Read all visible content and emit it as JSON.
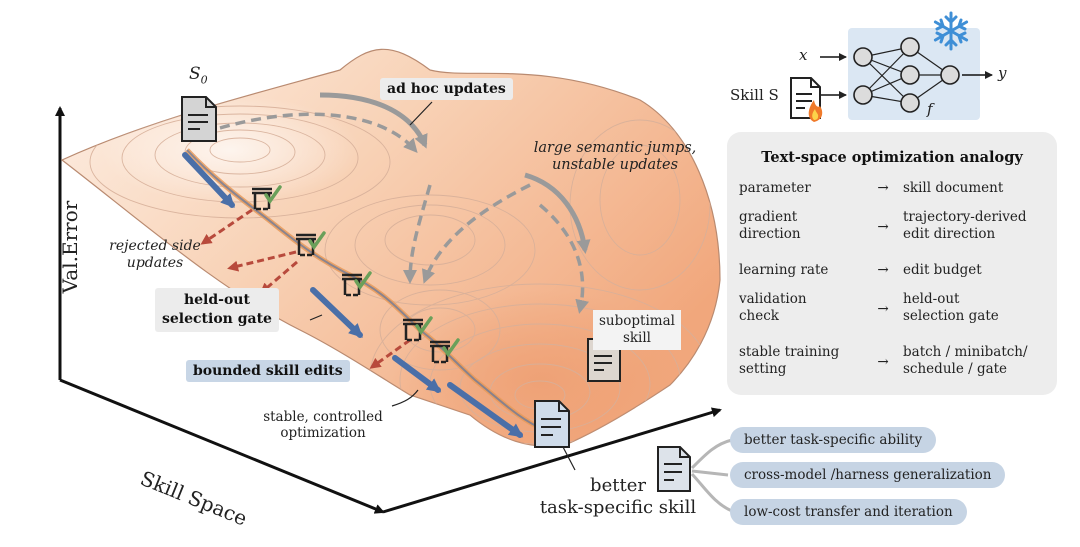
{
  "axes": {
    "y_label": "Val.Error",
    "x_label": "Skill Space"
  },
  "landscape": {
    "start_label": "S",
    "start_subscript": "0",
    "ad_hoc": "ad hoc updates",
    "large_jumps_line1": "large semantic jumps,",
    "large_jumps_line2": "unstable updates",
    "rejected_line1": "rejected side",
    "rejected_line2": "updates",
    "held_out_line1": "held-out",
    "held_out_line2": "selection gate",
    "bounded": "bounded skill edits",
    "stable_line1": "stable, controlled",
    "stable_line2": "optimization",
    "suboptimal_line1": "suboptimal",
    "suboptimal_line2": "skill",
    "better_line1": "better",
    "better_line2": "task-specific skill"
  },
  "network": {
    "x": "x",
    "y": "y",
    "f": "f",
    "skill": "Skill S"
  },
  "analogy": {
    "title": "Text-space optimization analogy",
    "arrow": "→",
    "rows": [
      {
        "left1": "parameter",
        "left2": "",
        "right1": "skill document",
        "right2": ""
      },
      {
        "left1": "gradient",
        "left2": "direction",
        "right1": "trajectory-derived",
        "right2": "edit direction"
      },
      {
        "left1": "learning rate",
        "left2": "",
        "right1": "edit budget",
        "right2": ""
      },
      {
        "left1": "validation",
        "left2": "check",
        "right1": "held-out",
        "right2": "selection gate"
      },
      {
        "left1": "stable training",
        "left2": "setting",
        "right1": "batch / minibatch/",
        "right2": "schedule / gate"
      }
    ]
  },
  "benefits": [
    "better task-specific ability",
    "cross-model /harness generalization",
    "low-cost transfer and iteration"
  ],
  "colors": {
    "surface_light": "#fbe4d2",
    "surface_dark": "#f0a878",
    "path_blue": "#4a6fa8",
    "path_orange": "#e89a5a",
    "reject_red": "#b84a3c",
    "check_green": "#6aa05a",
    "dash_gray": "#9a9a9a",
    "network_bg": "#dbe7f3",
    "snowflake": "#3f8fd6",
    "pill_blue": "#c6d4e4"
  }
}
